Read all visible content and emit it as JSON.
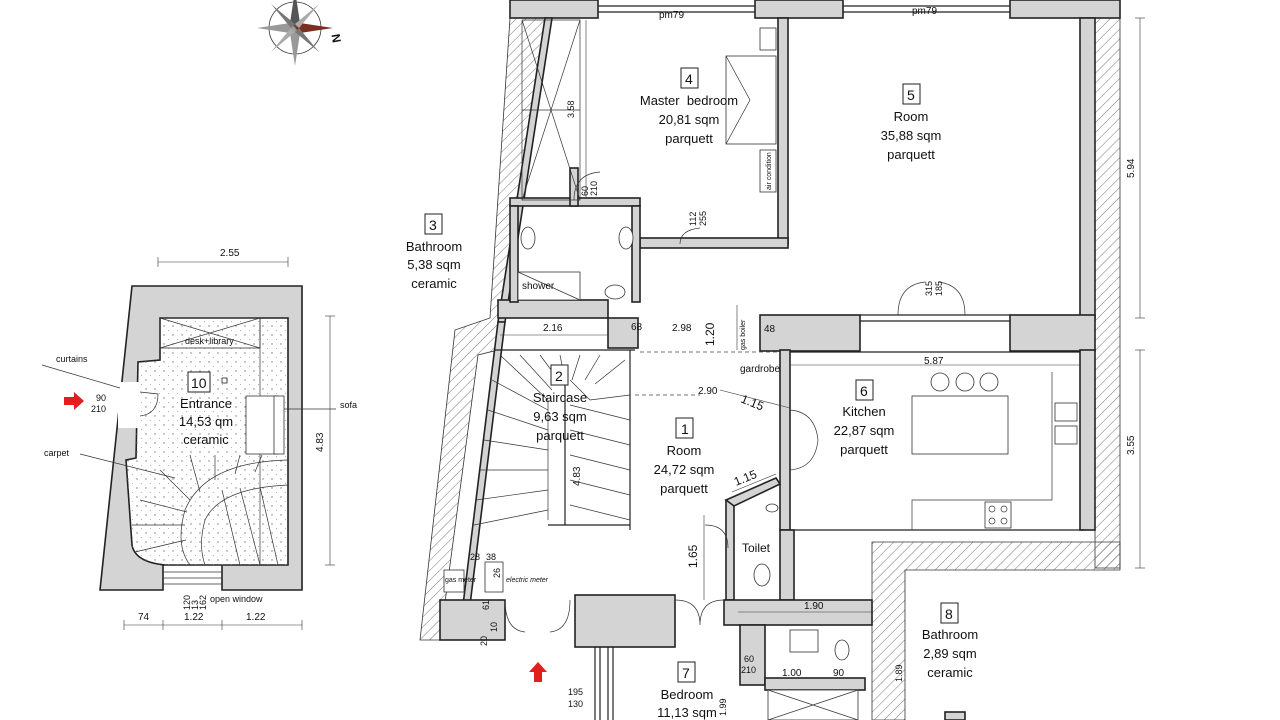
{
  "rooms": [
    {
      "num": "1",
      "name": "Room",
      "area": "24,72 sqm",
      "floor": "parquett"
    },
    {
      "num": "2",
      "name": "Staircase",
      "area": "9,63 sqm",
      "floor": "parquett"
    },
    {
      "num": "3",
      "name": "Bathroom",
      "area": "5,38 sqm",
      "floor": "ceramic"
    },
    {
      "num": "4",
      "name": "Master  bedroom",
      "area": "20,81 sqm",
      "floor": "parquett"
    },
    {
      "num": "5",
      "name": "Room",
      "area": "35,88 sqm",
      "floor": "parquett"
    },
    {
      "num": "6",
      "name": "Kitchen",
      "area": "22,87 sqm",
      "floor": "parquett"
    },
    {
      "num": "7",
      "name": "Bedroom",
      "area": "11,13 sqm",
      "floor": ""
    },
    {
      "num": "8",
      "name": "Bathroom",
      "area": "2,89 sqm",
      "floor": "ceramic"
    },
    {
      "num": "10",
      "name": "Entrance",
      "area": "14,53 qm",
      "floor": "ceramic"
    }
  ],
  "labels": {
    "pm79_a": "pm79",
    "pm79_b": "pm79",
    "shower": "shower",
    "air_condition": "air condition",
    "gas_boiler": "gas boiler",
    "gardrobe": "gardrobe",
    "toilet": "Toilet",
    "gas_meter": "gas meter",
    "electric_meter": "electric meter",
    "curtains": "curtains",
    "carpet": "carpet",
    "sofa": "sofa",
    "desk_library": "desk+library",
    "open_window": "open window",
    "compass_n": "N"
  },
  "dimensions": {
    "d_3_58": "3.58",
    "d_60": "60",
    "d_210": "210",
    "d_112": "112",
    "d_255": "255",
    "d_315": "315",
    "d_185": "185",
    "d_5_94": "5.94",
    "d_2_16": "2.16",
    "d_68": "68",
    "d_2_98": "2.98",
    "d_1_20": "1.20",
    "d_48": "48",
    "d_5_87": "5.87",
    "d_2_90": "2.90",
    "d_1_15a": "1.15",
    "d_1_15b": "1.15",
    "d_4_83": "4.83",
    "d_3_55": "3.55",
    "d_1_65": "1.65",
    "d_28": "28",
    "d_38": "38",
    "d_26": "26",
    "d_61": "61",
    "d_20": "20",
    "d_10": "10",
    "d_1_90": "1.90",
    "d_60b": "60",
    "d_210b": "210",
    "d_1_00": "1.00",
    "d_90": "90",
    "d_195": "195",
    "d_130": "130",
    "d_1_99": "1.99",
    "d_1_89": "1.89",
    "e_2_55": "2.55",
    "e_90": "90",
    "e_210": "210",
    "e_4_83": "4.83",
    "e_74": "74",
    "e_1_22a": "1.22",
    "e_1_22b": "1.22",
    "e_120": "120",
    "e_162": "162",
    "e_13": "13"
  }
}
